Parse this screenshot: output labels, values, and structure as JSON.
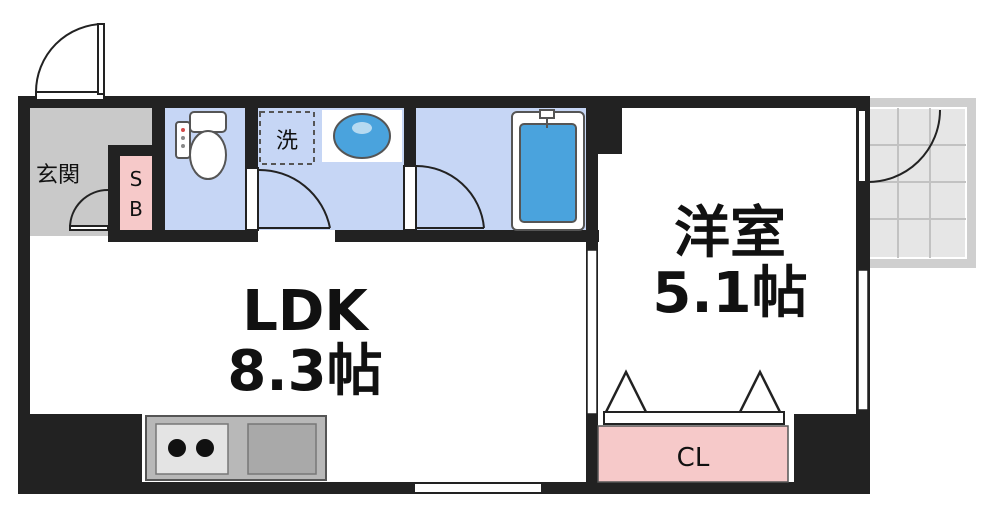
{
  "rooms": {
    "entrance": {
      "label": "玄関"
    },
    "shoe_box": {
      "label_top": "S",
      "label_bottom": "B"
    },
    "washer": {
      "label": "洗"
    },
    "ldk": {
      "name": "LDK",
      "size": "8.3帖"
    },
    "western": {
      "name": "洋室",
      "size": "5.1帖"
    },
    "closet": {
      "label": "CL"
    }
  },
  "colors": {
    "wall": "#222222",
    "wet_area": "#c6d6f5",
    "entrance_floor": "#c9c9c9",
    "storage": "#f6c9c9",
    "balcony": "#cfcfcf",
    "bathtub": "#4aa3dd"
  }
}
